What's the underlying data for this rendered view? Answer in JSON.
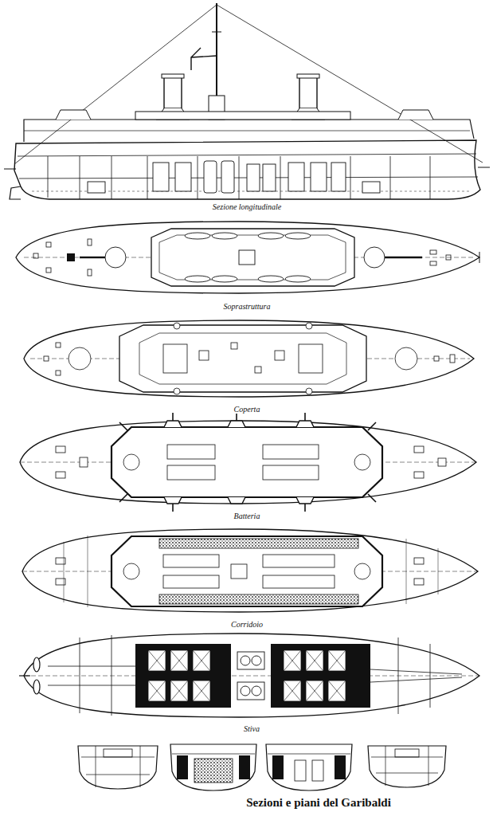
{
  "diagram": {
    "caption": "Sezioni e piani del Garibaldi",
    "labels": [
      "Sezione longitudinale",
      "Soprastruttura",
      "Coperta",
      "Batteria",
      "Corridoio",
      "Stiva"
    ]
  }
}
